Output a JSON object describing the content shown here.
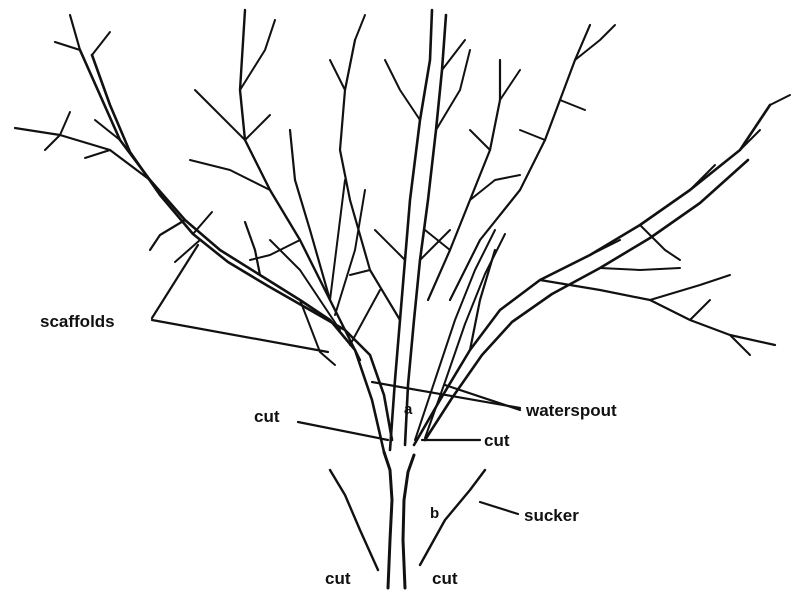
{
  "labels": {
    "scaffolds": "scaffolds",
    "waterspout": "waterspout",
    "sucker": "sucker",
    "cut_left_mid": "cut",
    "cut_right_mid": "cut",
    "cut_bottom_left": "cut",
    "cut_bottom_right": "cut",
    "letter_a": "a",
    "letter_b": "b"
  },
  "colors": {
    "ink": "#111111",
    "background": "#ffffff"
  }
}
